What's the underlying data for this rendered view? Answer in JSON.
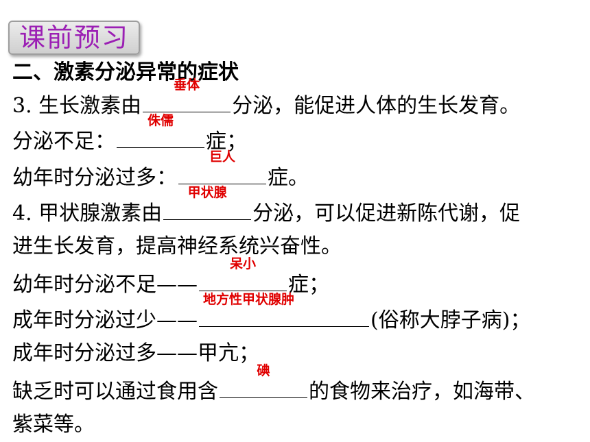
{
  "badge": "课前预习",
  "heading": "二、激素分泌异常的症状",
  "lines": [
    {
      "pre": "3. 生长激素由",
      "answer": "垂体",
      "post": "分泌，能促进人体的生长发育。"
    },
    {
      "pre": "分泌不足：",
      "answer": "侏儒",
      "post": "症；"
    },
    {
      "pre": "幼年时分泌过多：",
      "answer": "巨人",
      "post": "症。"
    },
    {
      "pre": "4. 甲状腺激素由",
      "answer": "甲状腺",
      "post": "分泌，可以促进新陈代谢，促"
    },
    {
      "text": "进生长发育，提高神经系统兴奋性。"
    },
    {
      "pre": "幼年时分泌不足——",
      "answer": "呆小",
      "post": "症；"
    },
    {
      "pre": "成年时分泌过少——",
      "answer": "地方性甲状腺肿",
      "post": "(俗称大脖子病)；"
    },
    {
      "text": "成年时分泌过多——甲亢；"
    },
    {
      "pre": "缺乏时可以通过食用含",
      "answer": "碘",
      "post": "的食物来治疗，如海带、"
    },
    {
      "text": "紫菜等。"
    }
  ]
}
